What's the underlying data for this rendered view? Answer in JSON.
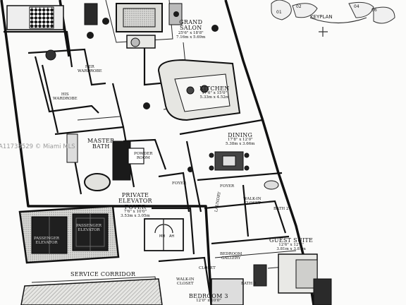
{
  "watermark": "A11738529 © Miami MLS",
  "keyplan": {
    "title": "KEYPLAN",
    "unit_labels": [
      "01",
      "02",
      "04",
      "06"
    ]
  },
  "rooms": {
    "grand_salon": {
      "name": "GRAND\nSALON",
      "dims": "25'6\" x 18'8\"\n7.16m x 5.69m"
    },
    "kitchen": {
      "name": "KITCHEN",
      "dims": "17'6\" x 15'0\"\n5.33m x 4.52m"
    },
    "master_bath": {
      "name": "MASTER\nBATH"
    },
    "his_wardrobe": {
      "name": "HIS\nWARDROBE"
    },
    "her_wardrobe": {
      "name": "HER\nWARDROBE"
    },
    "powder_room": {
      "name": "POWDER\nROOM"
    },
    "dining": {
      "name": "DINING",
      "dims": "17'8\" x 12'0\"\n5.38m x 3.66m"
    },
    "foyer_small": {
      "name": "FOYER"
    },
    "foyer_main": {
      "name": "FOYER"
    },
    "private_elevator_foyer": {
      "name": "PRIVATE\nELEVATOR\nFOYER",
      "dims": "7'6\" x 10'0\"\n3.53m x 3.05m"
    },
    "walk_in_closet": {
      "name": "WALK-IN\nCLOSET"
    },
    "bath_2": {
      "name": "BATH 2"
    },
    "laundry": {
      "name": "LAUNDRY"
    },
    "guest_suite": {
      "name": "GUEST SUITE",
      "dims": "12'6\" x 12'6\"\n3.81m x 3.81m"
    },
    "bedroom_gallery": {
      "name": "BEDROOM\nGALLERY"
    },
    "closet": {
      "name": "CLOSET"
    },
    "walk_in_closet_2": {
      "name": "WALK-IN\nCLOSET"
    },
    "bath_3": {
      "name": "BATH 3"
    },
    "bedroom_3": {
      "name": "BEDROOM 3",
      "dims": "12'0\" x 10'0\""
    },
    "service_corridor": {
      "name": "SERVICE CORRIDOR"
    },
    "elevator_left": {
      "name": "PASSENGER\nELEVATOR"
    },
    "elevator_right": {
      "name": "PASSENGER\nELEVATOR"
    },
    "mh": {
      "name": "MH"
    },
    "ah": {
      "name": "AH"
    }
  }
}
